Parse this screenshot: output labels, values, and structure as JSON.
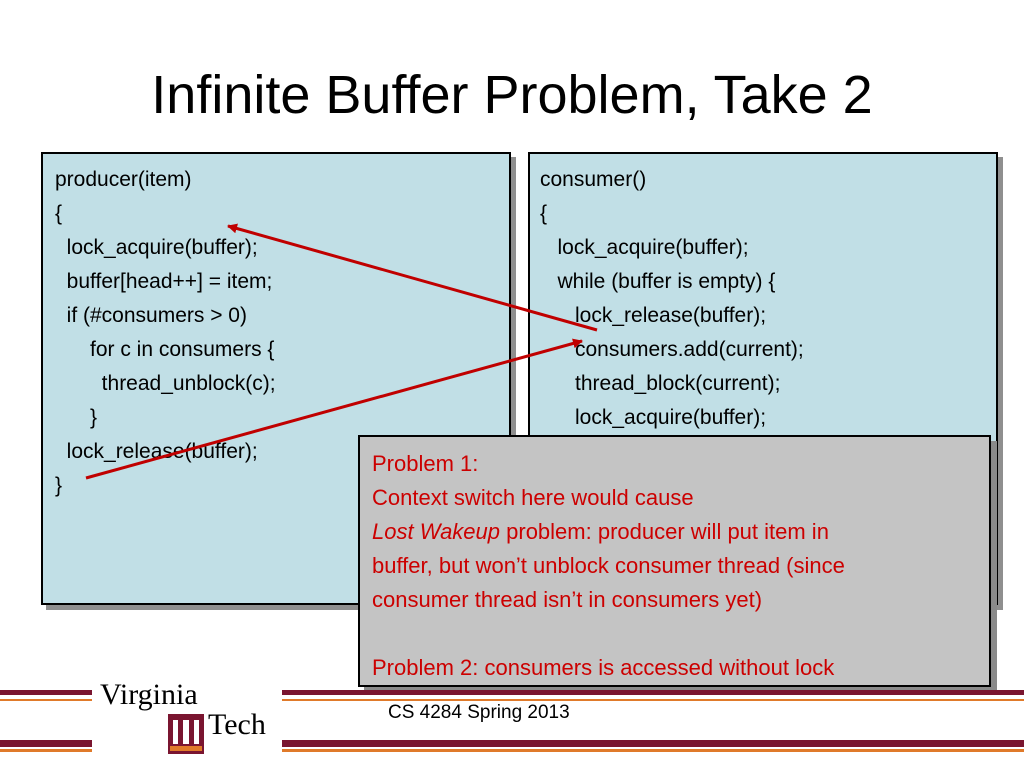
{
  "slide": {
    "title": "Infinite Buffer Problem, Take 2"
  },
  "producer": {
    "lines": [
      "producer(item)",
      "{",
      "  lock_acquire(buffer);",
      "  buffer[head++] = item;",
      "  if (#consumers > 0)",
      "      for c in consumers {",
      "        thread_unblock(c);",
      "      }",
      "  lock_release(buffer);",
      "}"
    ]
  },
  "consumer": {
    "lines": [
      "consumer()",
      "{",
      "   lock_acquire(buffer);",
      "   while (buffer is empty) {",
      "      lock_release(buffer);",
      "      consumers.add(current);",
      "      thread_block(current);",
      "      lock_acquire(buffer);"
    ]
  },
  "problems": {
    "p1_heading": "Problem 1:",
    "p1_line1": "Context switch here would cause",
    "p1_italic": "Lost Wakeup",
    "p1_line2_rest": " problem: producer will put item in",
    "p1_line3": "buffer, but won’t unblock consumer thread (since",
    "p1_line4": "consumer thread isn’t in consumers yet)",
    "p2": "Problem 2: consumers is accessed without lock"
  },
  "footer": {
    "logo_word1": "Virginia",
    "logo_word2": "Tech",
    "course": "CS 4284 Spring 2013"
  },
  "colors": {
    "code_bg": "#c1dfe6",
    "problem_bg": "#c4c4c4",
    "problem_text": "#cc0000",
    "arrow": "#c00000",
    "maroon": "#7a1530",
    "orange": "#e07a2a"
  }
}
